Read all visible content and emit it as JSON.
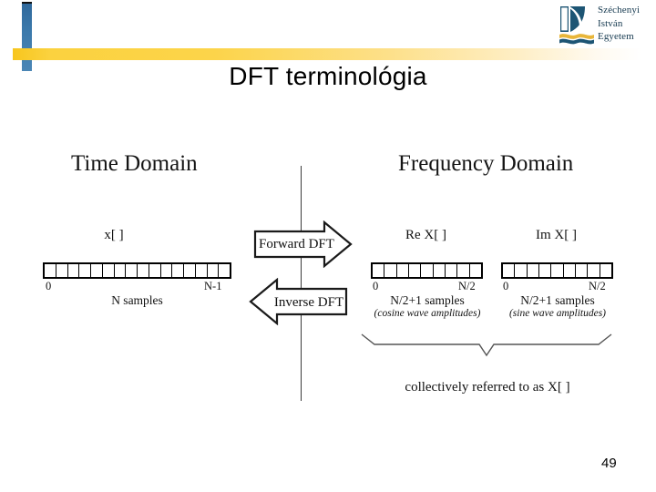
{
  "branding": {
    "logo_icon": "szechenyi-university-logo-icon",
    "logo_lines": [
      "Széchenyi",
      "István",
      "Egyetem"
    ],
    "logo_text_color": "#15394f",
    "accent_blue": "#3b79ab",
    "accent_yellow": "#fbd23f"
  },
  "slide": {
    "title": "DFT terminológia",
    "page_number": "49"
  },
  "figure": {
    "time_domain": {
      "heading": "Time Domain",
      "signal_label": "x[  ]",
      "cell_count": 16,
      "start_label": "0",
      "end_label": "N-1",
      "caption": "N samples"
    },
    "transforms": {
      "forward_label": "Forward DFT",
      "inverse_label": "Inverse DFT"
    },
    "frequency_domain": {
      "heading": "Frequency Domain",
      "arrays": [
        {
          "signal_label": "Re X[  ]",
          "cell_count": 9,
          "start_label": "0",
          "end_label": "N/2",
          "caption": "N/2+1 samples",
          "subcaption": "(cosine wave amplitudes)"
        },
        {
          "signal_label": "Im X[  ]",
          "cell_count": 9,
          "start_label": "0",
          "end_label": "N/2",
          "caption": "N/2+1 samples",
          "subcaption": "(sine wave amplitudes)"
        }
      ],
      "collective_caption": "collectively referred to as X[  ]"
    }
  }
}
